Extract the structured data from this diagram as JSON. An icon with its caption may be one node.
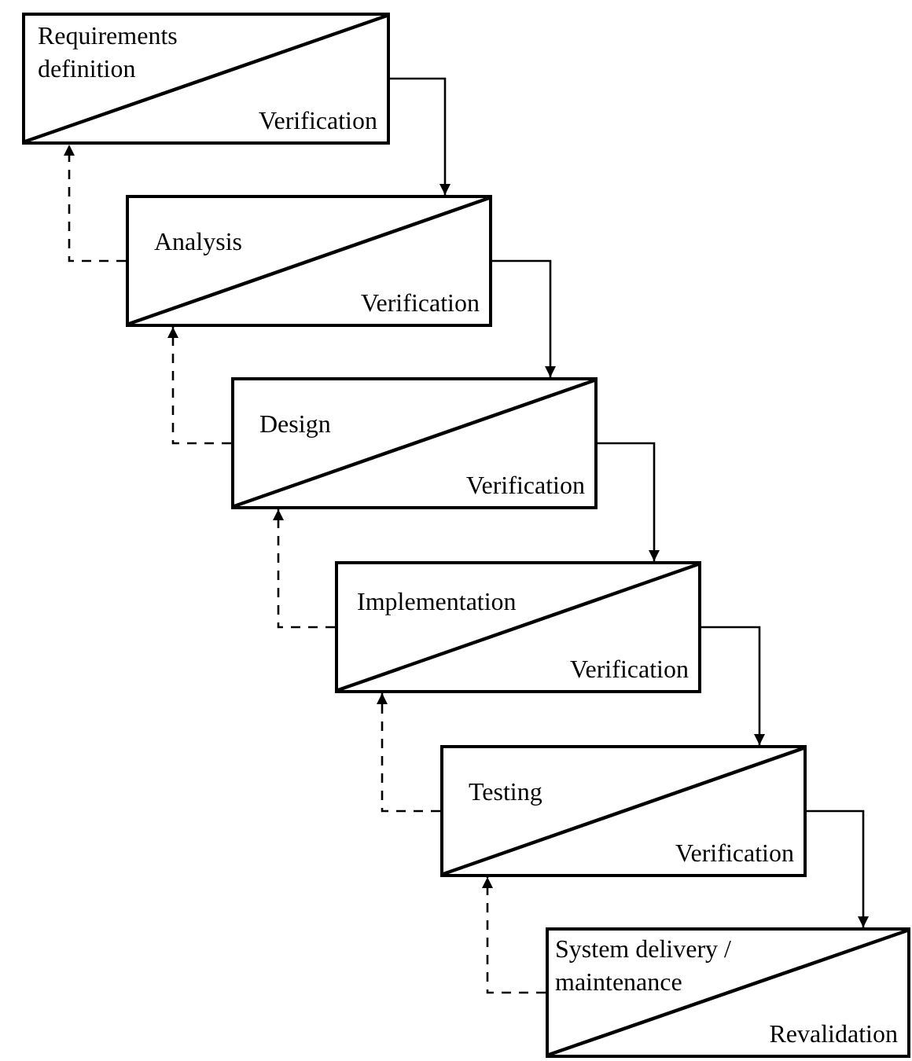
{
  "diagram": {
    "nodes": [
      {
        "text": [
          "Requirements definition",
          "Verification"
        ]
      },
      {
        "text": [
          "Analysis",
          "Verification"
        ]
      },
      {
        "text": [
          "Design",
          "Verification"
        ]
      },
      {
        "text": [
          "Implementation",
          "Verification"
        ]
      },
      {
        "text": [
          "Testing",
          "Verification"
        ]
      },
      {
        "text": [
          "System delivery / maintenance",
          "Revalidation"
        ]
      }
    ],
    "edges": [
      {
        "from": 0,
        "to": 1,
        "arrow": "to"
      },
      {
        "from": 1,
        "to": 2,
        "arrow": "to"
      },
      {
        "from": 2,
        "to": 3,
        "arrow": "to"
      },
      {
        "from": 3,
        "to": 4,
        "arrow": "to"
      },
      {
        "from": 4,
        "to": 5,
        "arrow": "to"
      },
      {
        "from": 1,
        "to": 0,
        "arrow": "to",
        "style": "dashed"
      },
      {
        "from": 2,
        "to": 1,
        "arrow": "to",
        "style": "dashed"
      },
      {
        "from": 3,
        "to": 2,
        "arrow": "to",
        "style": "dashed"
      },
      {
        "from": 4,
        "to": 3,
        "arrow": "to",
        "style": "dashed"
      },
      {
        "from": 5,
        "to": 4,
        "arrow": "to",
        "style": "dashed"
      }
    ]
  }
}
